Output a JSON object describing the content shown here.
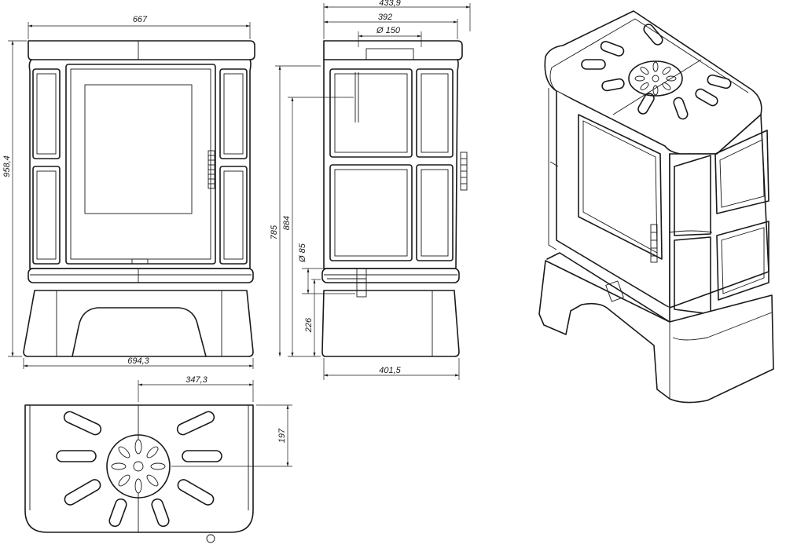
{
  "dimensions": {
    "front_top_width": "667",
    "front_height": "958,4",
    "front_base_width": "694,3",
    "side_overall_depth": "433,9",
    "side_top_depth": "392",
    "flue_diameter": "Ø 150",
    "rear_flue_height": "884",
    "air_inlet_diameter": "Ø 85",
    "air_inlet_center_height": "226",
    "side_mid_height": "785",
    "side_base_depth": "401,5",
    "top_half_width": "347,3",
    "top_offset": "197"
  },
  "colors": {
    "line": "#1a1a1a",
    "background": "#ffffff"
  }
}
